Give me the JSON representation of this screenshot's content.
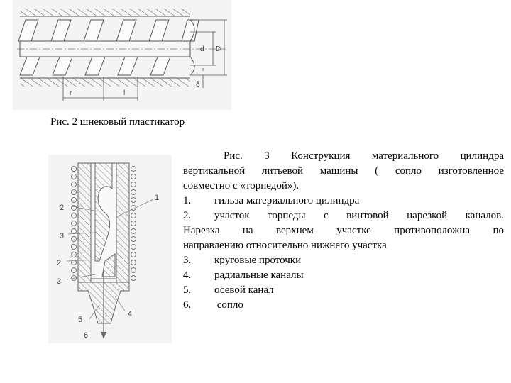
{
  "figure1": {
    "caption": "Рис. 2 шнековый пластикатор",
    "labels": {
      "d": "d",
      "D": "D",
      "delta": "δ",
      "r": "r",
      "l": "l"
    }
  },
  "figure3": {
    "labels": [
      "1",
      "2",
      "3",
      "2",
      "3",
      "4",
      "5",
      "6"
    ]
  },
  "text": {
    "title_line1": "Рис. 3 Конструкция материального цилиндра",
    "title_line2": "вертикальной литьевой машины ( сопло изготовленное",
    "title_line3": "совместно с «торпедой»).",
    "items": [
      {
        "num": "1.",
        "text": "гильза материального цилиндра"
      },
      {
        "num": "2.",
        "text": "участок торпеды с винтовой нарезкой каналов."
      }
    ],
    "item2_cont1": "Нарезка на верхнем участке противоположна по",
    "item2_cont2": "направлению относительно нижнего участка",
    "items_rest": [
      {
        "num": "3.",
        "text": "круговые проточки"
      },
      {
        "num": "4.",
        "text": "радиальные каналы"
      },
      {
        "num": "5.",
        "text": "осевой канал"
      },
      {
        "num": "6.",
        "text": " сопло"
      }
    ]
  }
}
